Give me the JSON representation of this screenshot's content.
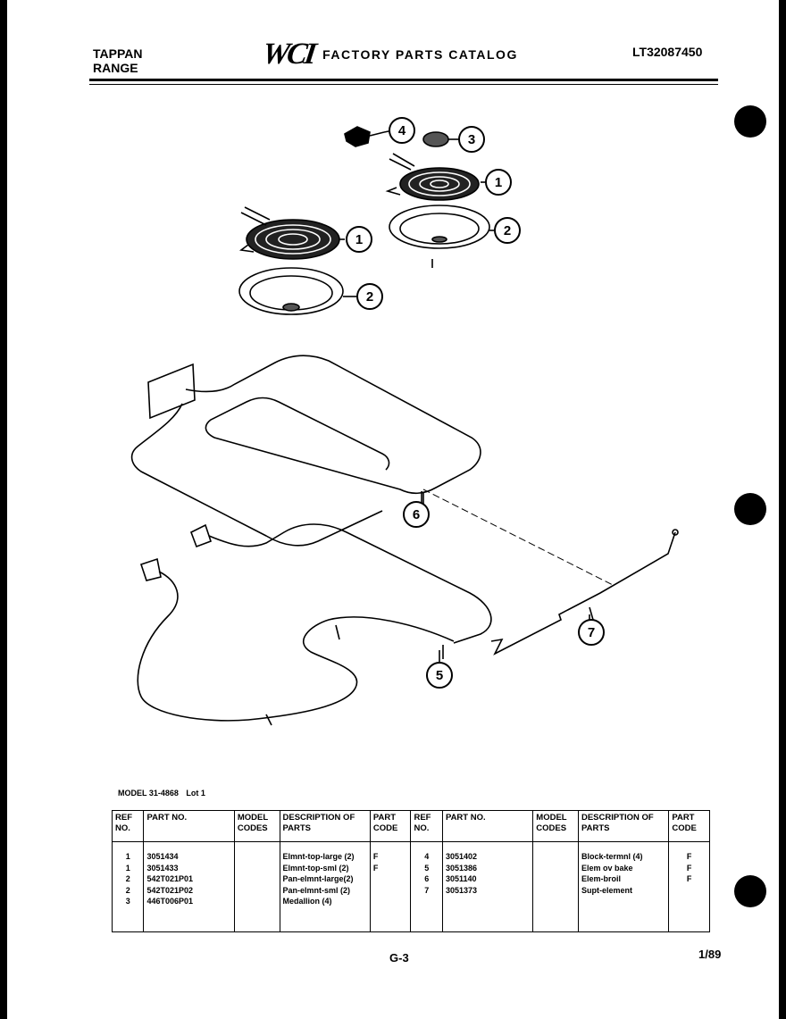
{
  "header": {
    "brand_line1": "TAPPAN",
    "brand_line2": "RANGE",
    "logo": "WCI",
    "catalog_title": "FACTORY PARTS CATALOG",
    "doc_number": "LT32087450"
  },
  "callouts": [
    "4",
    "3",
    "1",
    "2",
    "1",
    "2",
    "6",
    "7",
    "5"
  ],
  "model_line": {
    "model": "MODEL 31-4868",
    "lot": "Lot 1"
  },
  "table": {
    "headers": {
      "ref": "REF NO.",
      "part": "PART NO.",
      "model_codes": "MODEL CODES",
      "description": "DESCRIPTION OF PARTS",
      "part_code": "PART CODE"
    },
    "left": {
      "refs": [
        "1",
        "1",
        "2",
        "2",
        "3"
      ],
      "parts": [
        "3051434",
        "3051433",
        "542T021P01",
        "542T021P02",
        "446T006P01"
      ],
      "descriptions": [
        "Elmnt-top-large (2)",
        "Elmnt-top-sml (2)",
        "Pan-elmnt-large(2)",
        "Pan-elmnt-sml (2)",
        "Medallion (4)"
      ],
      "codes": [
        "F",
        "F",
        "",
        "",
        ""
      ]
    },
    "right": {
      "refs": [
        "4",
        "5",
        "6",
        "7"
      ],
      "parts": [
        "3051402",
        "3051386",
        "3051140",
        "3051373"
      ],
      "descriptions": [
        "Block-termnl (4)",
        "Elem ov bake",
        "Elem-broil",
        "Supt-element"
      ],
      "codes": [
        "F",
        "F",
        "F",
        ""
      ]
    }
  },
  "footer": {
    "page": "G-3",
    "date": "1/89"
  }
}
